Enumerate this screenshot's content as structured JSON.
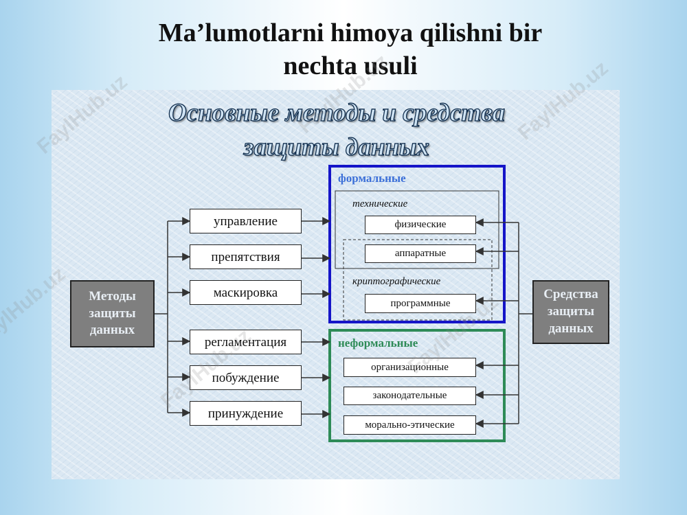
{
  "slide": {
    "title_line1": "Ma’lumotlarni himoya qilishni bir",
    "title_line2": "nechta usuli"
  },
  "diagram": {
    "title_line1": "Основные методы и средства",
    "title_line2": "защиты данных",
    "left_box": "Методы\nзащиты\nданных",
    "right_box": "Средства\nзащиты\nданных",
    "methods": [
      "управление",
      "препятствия",
      "маскировка",
      "регламентация",
      "побуждение",
      "принуждение"
    ],
    "formal": {
      "label": "формальные",
      "technical_label": "технические",
      "crypto_label": "криптографические",
      "items": [
        "физические",
        "аппаратные",
        "программные"
      ]
    },
    "informal": {
      "label": "неформальные",
      "items": [
        "организационные",
        "законодательные",
        "морально-этические"
      ]
    }
  },
  "watermark": "FaylHub.uz",
  "colors": {
    "formal_border": "#1515c8",
    "informal_border": "#2e8b57",
    "formal_label": "#3b6fd8",
    "informal_label": "#2e8b57"
  }
}
